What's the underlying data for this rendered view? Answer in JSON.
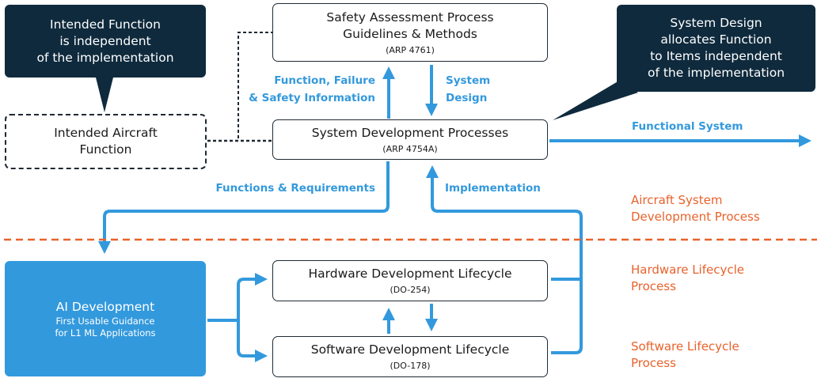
{
  "colors": {
    "navy": "#0f2a3d",
    "blue": "#3399dd",
    "orange": "#e8622c",
    "border": "#1f2933"
  },
  "callouts": {
    "intended": [
      "Intended Function",
      "is independent",
      "of the implementation"
    ],
    "system_design": [
      "System Design",
      "allocates Function",
      "to Items independent",
      "of the implementation"
    ]
  },
  "boxes": {
    "safety": {
      "title_lines": [
        "Safety Assessment Process",
        "Guidelines & Methods"
      ],
      "subtitle": "(ARP 4761)"
    },
    "system": {
      "title": "System Development Processes",
      "subtitle": "(ARP 4754A)"
    },
    "aircraft": {
      "title_lines": [
        "Intended Aircraft",
        "Function"
      ]
    },
    "hardware": {
      "title": "Hardware Development Lifecycle",
      "subtitle": "(DO-254)"
    },
    "software": {
      "title": "Software Development Lifecycle",
      "subtitle": "(DO-178)"
    },
    "ai": {
      "title": "AI Development",
      "subtitle_lines": [
        "First Usable Guidance",
        "for L1 ML Applications"
      ]
    }
  },
  "flow_labels": {
    "function_failure": [
      "Function, Failure",
      "& Safety Information"
    ],
    "system_design": [
      "System",
      "Design"
    ],
    "functional_system": "Functional System",
    "functions_requirements": "Functions & Requirements",
    "implementation": "Implementation"
  },
  "process_labels": {
    "aircraft_system": [
      "Aircraft System",
      "Development Process"
    ],
    "hardware": [
      "Hardware Lifecycle",
      "Process"
    ],
    "software": [
      "Software Lifecycle",
      "Process"
    ]
  },
  "icons": {
    "arrow": "arrow-icon"
  }
}
